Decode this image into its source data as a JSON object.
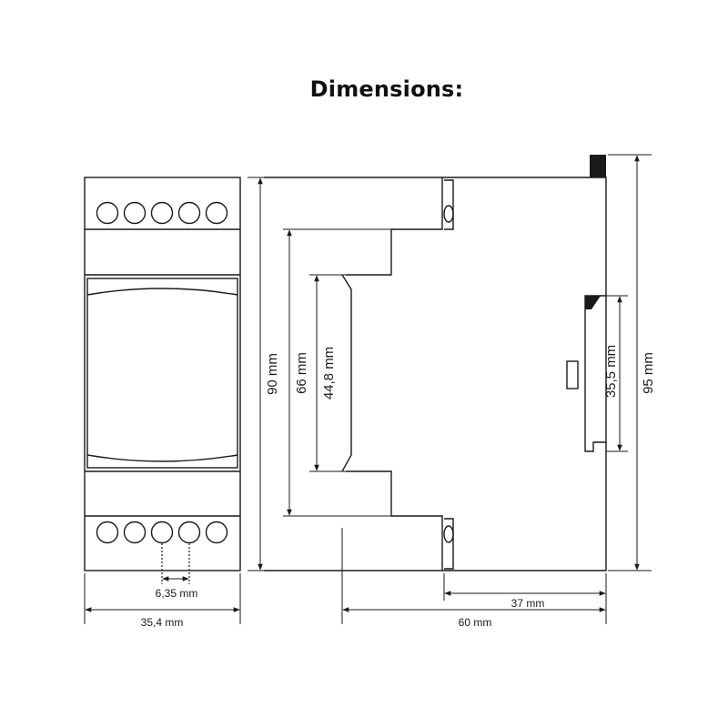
{
  "title": "Dimensions:",
  "dimensions": {
    "height_total": "90 mm",
    "height_mid": "66 mm",
    "height_front": "44,8 mm",
    "rail": "35,5 mm",
    "height_overall": "95 mm",
    "terminal_pitch": "6,35 mm",
    "width": "35,4 mm",
    "depth_rail": "37 mm",
    "depth_total": "60 mm"
  },
  "colors": {
    "line": "#1a1a1a",
    "background": "#ffffff"
  }
}
